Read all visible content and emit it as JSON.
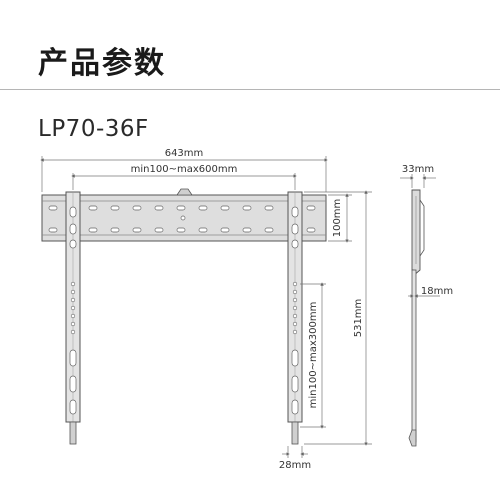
{
  "page": {
    "title": "产品参数",
    "model": "LP70-36F"
  },
  "dimensions": {
    "overall_width": "643mm",
    "hole_spacing_width": "min100~max600mm",
    "plate_height": "100mm",
    "arm_height": "531mm",
    "hole_spacing_height": "min100~max300mm",
    "arm_width": "28mm",
    "wall_depth": "33mm",
    "screen_depth": "18mm"
  },
  "colors": {
    "metal_fill": "#dcdcdc",
    "metal_stroke": "#555555",
    "dim_line": "#777777"
  }
}
